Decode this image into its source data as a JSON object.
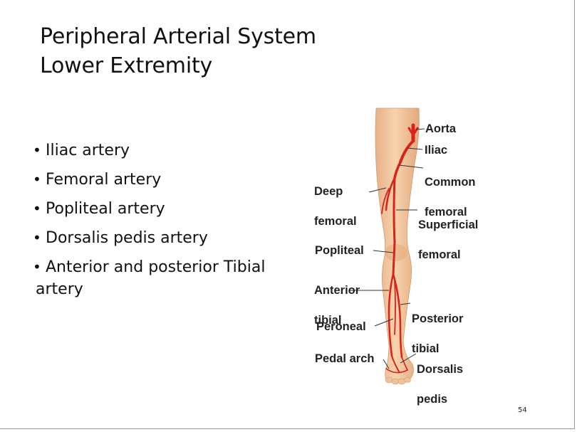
{
  "slide": {
    "title_line1": "Peripheral Arterial System",
    "title_line2": "Lower Extremity",
    "bullets": [
      "Iliac artery",
      "Femoral artery",
      "Popliteal artery",
      "Dorsalis pedis artery",
      "Anterior and posterior Tibial"
    ],
    "bullet_continuation": "artery",
    "page_number": "54"
  },
  "diagram": {
    "labels": {
      "aorta": "Aorta",
      "iliac": "Iliac",
      "common_femoral_1": "Common",
      "common_femoral_2": "femoral",
      "deep_femoral_1": "Deep",
      "deep_femoral_2": "femoral",
      "superficial_femoral_1": "Superficial",
      "superficial_femoral_2": "femoral",
      "popliteal": "Popliteal",
      "anterior_tibial_1": "Anterior",
      "anterior_tibial_2": "tibial",
      "posterior_tibial_1": "Posterior",
      "posterior_tibial_2": "tibial",
      "peroneal": "Peroneal",
      "pedal_arch": "Pedal arch",
      "dorsalis_pedis_1": "Dorsalis",
      "dorsalis_pedis_2": "pedis"
    },
    "colors": {
      "skin": "#f3c8a0",
      "skin_shade": "#e2a87c",
      "artery": "#d9221a"
    }
  }
}
